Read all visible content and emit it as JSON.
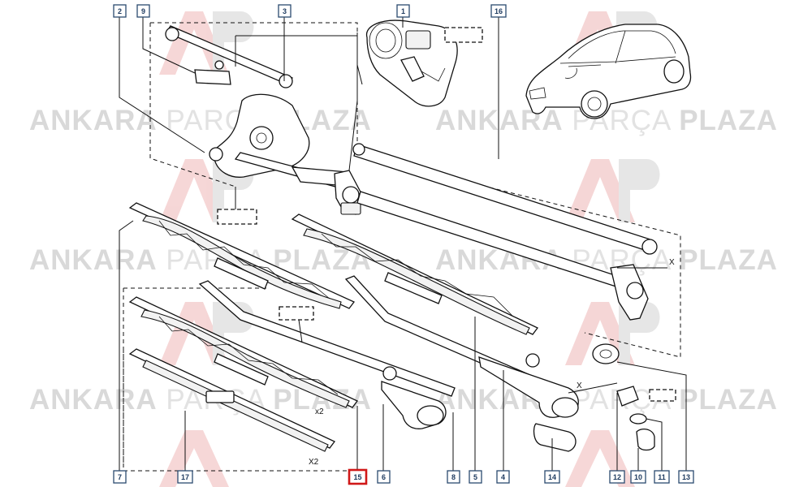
{
  "watermark": {
    "bold_left": "ANKARA",
    "thin_mid": "PARÇA",
    "bold_right": "PLAZA"
  },
  "callouts": [
    {
      "id": "c2",
      "text": "2",
      "highlight": false
    },
    {
      "id": "c9",
      "text": "9",
      "highlight": false
    },
    {
      "id": "c3",
      "text": "3",
      "highlight": false
    },
    {
      "id": "c1",
      "text": "1",
      "highlight": false
    },
    {
      "id": "c16",
      "text": "16",
      "highlight": false
    },
    {
      "id": "c7",
      "text": "7",
      "highlight": false
    },
    {
      "id": "c17",
      "text": "17",
      "highlight": false
    },
    {
      "id": "c15",
      "text": "15",
      "highlight": true
    },
    {
      "id": "c6",
      "text": "6",
      "highlight": false
    },
    {
      "id": "c8",
      "text": "8",
      "highlight": false
    },
    {
      "id": "c5",
      "text": "5",
      "highlight": false
    },
    {
      "id": "c4",
      "text": "4",
      "highlight": false
    },
    {
      "id": "c14",
      "text": "14",
      "highlight": false
    },
    {
      "id": "c12",
      "text": "12",
      "highlight": false
    },
    {
      "id": "c10",
      "text": "10",
      "highlight": false
    },
    {
      "id": "c11",
      "text": "11",
      "highlight": false
    },
    {
      "id": "c13",
      "text": "13",
      "highlight": false
    }
  ],
  "labels": {
    "x_linkage": "X",
    "x_arm": "X",
    "x2_upper": "x2",
    "x2_lower": "X2"
  },
  "colors": {
    "callout_border": "#2b4a6f",
    "callout_highlight": "#d01818",
    "watermark": "#d9d9d9"
  }
}
